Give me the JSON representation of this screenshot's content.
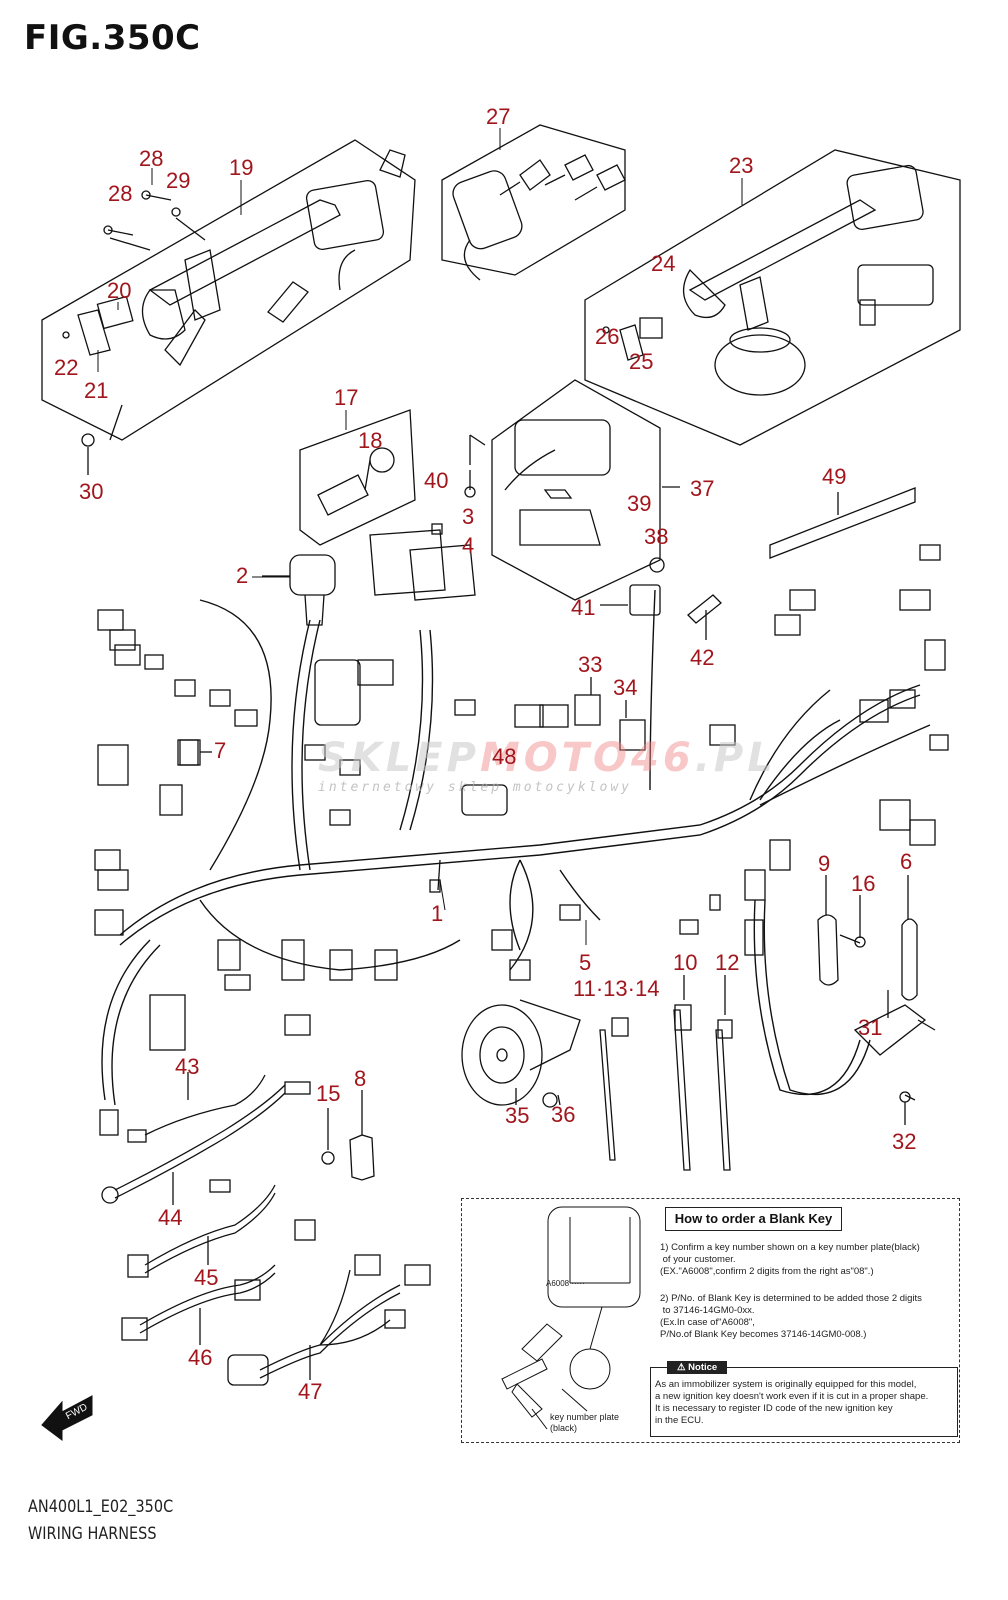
{
  "figure": {
    "title": "FIG.350C",
    "code": "AN400L1_E02_350C",
    "name": "WIRING HARNESS",
    "callout_color": "#a0161c",
    "line_color": "#111111"
  },
  "watermark": {
    "text_gray": "SKLEP",
    "text_red": "MOTO46",
    "suffix": ".PL",
    "subtitle": "internetowy sklep motocyklowy"
  },
  "callouts": [
    {
      "id": "1",
      "label": "1"
    },
    {
      "id": "2",
      "label": "2"
    },
    {
      "id": "3",
      "label": "3"
    },
    {
      "id": "4",
      "label": "4"
    },
    {
      "id": "5",
      "label": "5"
    },
    {
      "id": "6",
      "label": "6"
    },
    {
      "id": "7",
      "label": "7"
    },
    {
      "id": "8",
      "label": "8"
    },
    {
      "id": "9",
      "label": "9"
    },
    {
      "id": "10",
      "label": "10"
    },
    {
      "id": "11-13-14",
      "label": "11·13·14"
    },
    {
      "id": "12",
      "label": "12"
    },
    {
      "id": "15",
      "label": "15"
    },
    {
      "id": "16",
      "label": "16"
    },
    {
      "id": "17",
      "label": "17"
    },
    {
      "id": "18",
      "label": "18"
    },
    {
      "id": "19",
      "label": "19"
    },
    {
      "id": "20",
      "label": "20"
    },
    {
      "id": "21",
      "label": "21"
    },
    {
      "id": "22",
      "label": "22"
    },
    {
      "id": "23",
      "label": "23"
    },
    {
      "id": "24",
      "label": "24"
    },
    {
      "id": "25",
      "label": "25"
    },
    {
      "id": "26",
      "label": "26"
    },
    {
      "id": "27",
      "label": "27"
    },
    {
      "id": "28a",
      "label": "28"
    },
    {
      "id": "28b",
      "label": "28"
    },
    {
      "id": "29",
      "label": "29"
    },
    {
      "id": "30",
      "label": "30"
    },
    {
      "id": "31",
      "label": "31"
    },
    {
      "id": "32",
      "label": "32"
    },
    {
      "id": "33",
      "label": "33"
    },
    {
      "id": "34",
      "label": "34"
    },
    {
      "id": "35",
      "label": "35"
    },
    {
      "id": "36",
      "label": "36"
    },
    {
      "id": "37",
      "label": "37"
    },
    {
      "id": "38",
      "label": "38"
    },
    {
      "id": "39",
      "label": "39"
    },
    {
      "id": "40",
      "label": "40"
    },
    {
      "id": "41",
      "label": "41"
    },
    {
      "id": "42",
      "label": "42"
    },
    {
      "id": "43",
      "label": "43"
    },
    {
      "id": "44",
      "label": "44"
    },
    {
      "id": "45",
      "label": "45"
    },
    {
      "id": "46",
      "label": "46"
    },
    {
      "id": "47",
      "label": "47"
    },
    {
      "id": "48",
      "label": "48"
    },
    {
      "id": "49",
      "label": "49"
    }
  ],
  "blank_key_box": {
    "title": "How to order a Blank Key",
    "plate_code": "A6008 ·····",
    "plate_label": "key number plate\n(black)",
    "step1": "1) Confirm a key number shown on a key number plate(black)\n of your customer.\n(EX.\"A6008\",confirm 2 digits from the right as\"08\".)",
    "step2": "2) P/No. of Blank Key is determined to be added those 2 digits\n to 37146-14GM0-0xx.\n(Ex.In case of\"A6008\",\nP/No.of Blank Key becomes 37146-14GM0-008.)",
    "notice_label": "⚠ Notice",
    "notice_text": "As an immobilizer system is originally equipped for this model,\na new ignition key doesn't work even if it is cut in a proper shape.\nIt is necessary to register ID code of the new ignition key\nin the ECU."
  },
  "fwd_arrow": {
    "label": "FWD"
  }
}
